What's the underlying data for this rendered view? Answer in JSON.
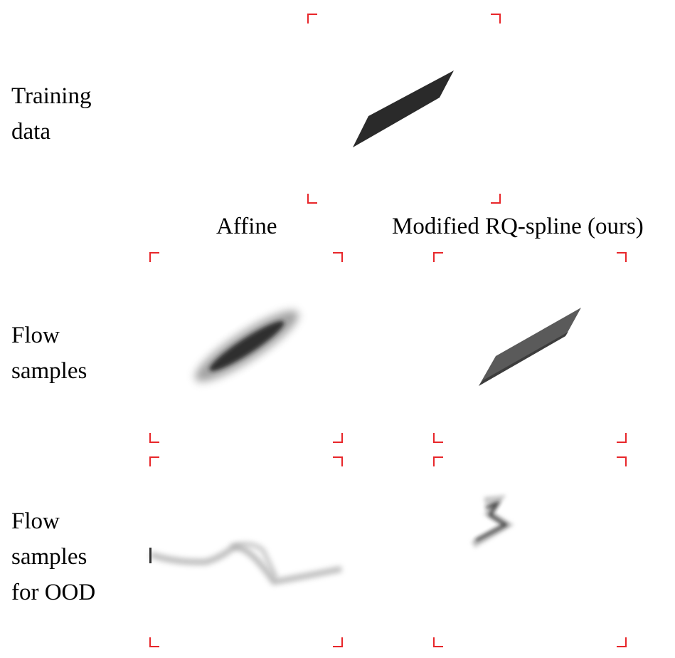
{
  "figure": {
    "row_labels": {
      "training": [
        "Training",
        "data"
      ],
      "flow_samples": [
        "Flow",
        "samples"
      ],
      "flow_samples_ood": [
        "Flow",
        "samples",
        "for OOD"
      ]
    },
    "column_titles": {
      "affine": "Affine",
      "rq_spline": "Modified RQ-spline (ours)"
    },
    "colors": {
      "corner_marks": "#e8262a",
      "density": "#1e1e1e"
    }
  }
}
